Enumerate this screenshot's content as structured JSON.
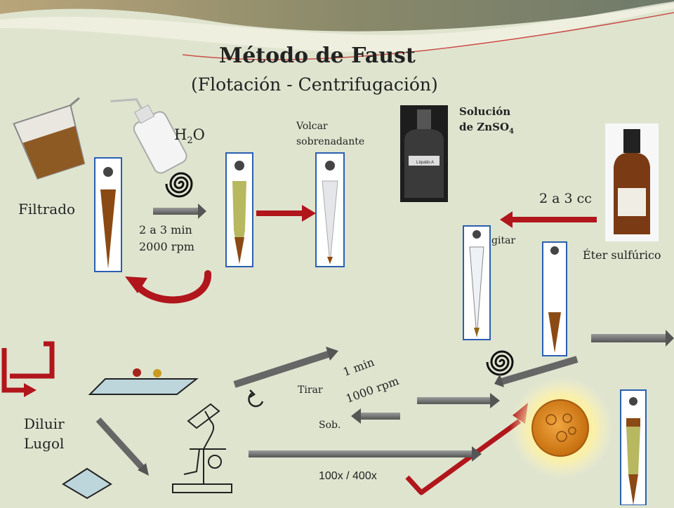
{
  "title": "Método de Faust",
  "subtitle": "(Flotación - Centrifugación)",
  "labels": {
    "water_h": "H",
    "water_2": "2",
    "water_o": "O",
    "filtered": "Filtrado",
    "centrifuge_time": "2 a 3 min",
    "centrifuge_speed": "2000 rpm",
    "pour_line1": "Volcar",
    "pour_line2": "sobrenadante",
    "zinc_line1": "Solución",
    "zinc_line2": "de ZnSO",
    "zinc_sub": "4",
    "amount": "2 a 3 cc",
    "shake": "gitar",
    "ether": "Éter sulfúrico",
    "dilute": "Diluir",
    "lugol": "Lugol",
    "pull": "Tirar",
    "spin_time": "1 min",
    "spin_speed": "1000 rpm",
    "supernatant": "Sob.",
    "magnification": "100x / 400x",
    "bottle_label": "Líquido A"
  },
  "colors": {
    "background": "#dfe4cf",
    "red_arrow": "#b0161b",
    "grey_arrow": "#7a7a7a",
    "tube_border": "#2a5fb0",
    "sediment": "#8b4a14",
    "greenish_suspension": "#b7b860",
    "cyst": "#e08a1c"
  },
  "icons": [
    "spiral-icon",
    "rotate-icon",
    "return-arrow-icon"
  ]
}
